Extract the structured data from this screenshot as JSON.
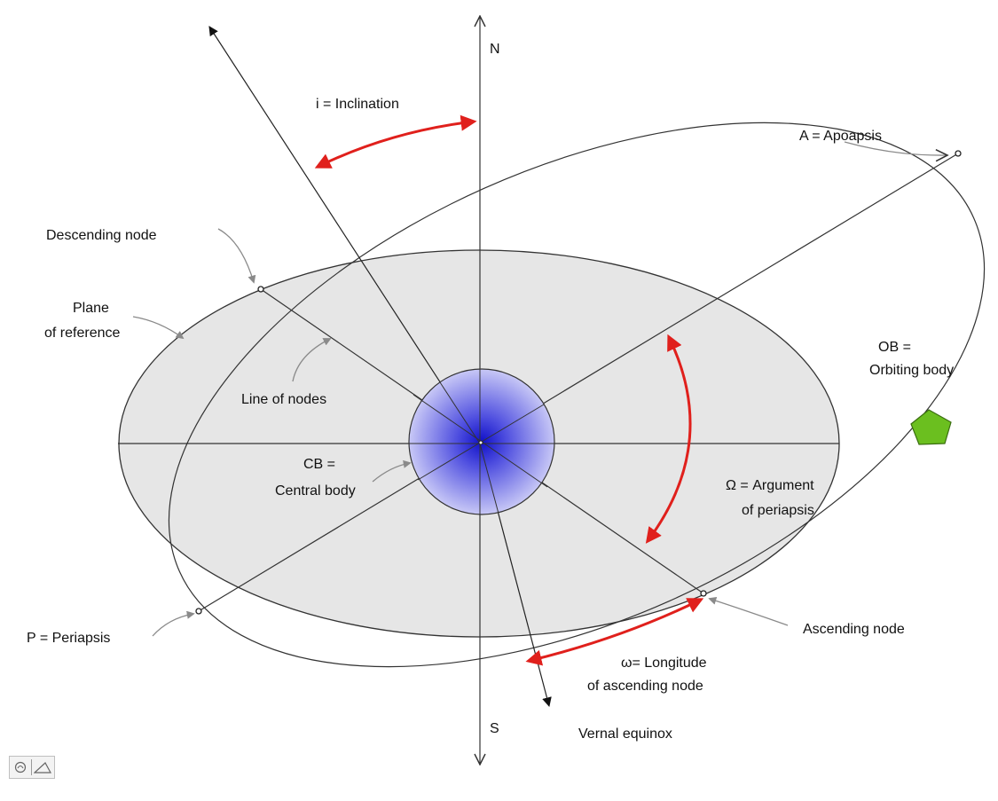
{
  "labels": {
    "north": "N",
    "south": "S",
    "inclination": "i  = Inclination",
    "apoapsis": "A = Apoapsis",
    "descending_node": "Descending node",
    "plane_line1": "Plane",
    "plane_line2": "of reference",
    "line_of_nodes": "Line of nodes",
    "central_body_line1": "CB =",
    "central_body_line2": "Central  body",
    "orbiting_body_line1": "OB =",
    "orbiting_body_line2": "Orbiting body",
    "argument_line1": "Ω = Argument",
    "argument_line2": "of periapsis",
    "periapsis": "P = Periapsis",
    "ascending_node": "Ascending node",
    "longitude_line1": "ω= Longitude",
    "longitude_line2": "of ascending node",
    "vernal_equinox": "Vernal equinox"
  },
  "colors": {
    "plane_fill": "#e6e6e6",
    "central_body": "#3a3ae0",
    "orbiting_body": "#6bbf1f",
    "angle_arrows": "#e0201c",
    "lines": "#333333"
  },
  "toolbar": {
    "icons": [
      "image-tool-icon",
      "triangle-tool-icon"
    ]
  }
}
